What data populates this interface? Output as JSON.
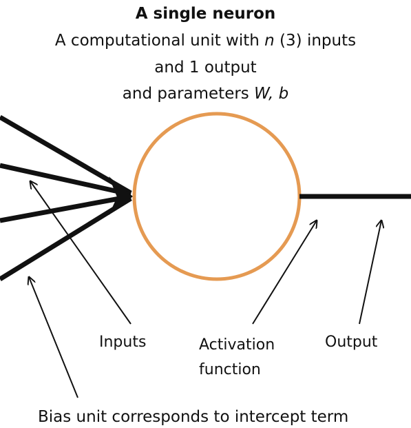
{
  "title": "A single neuron",
  "description": {
    "line1_prefix": "A computational unit with ",
    "line1_var": "n",
    "line1_suffix": " (3) inputs",
    "line2": "and 1 output",
    "line3_prefix": "and parameters ",
    "line3_var": "W, b"
  },
  "labels": {
    "inputs": "Inputs",
    "activation_line1": "Activation",
    "activation_line2": "function",
    "output": "Output",
    "bias": "Bias unit corresponds to intercept term"
  },
  "colors": {
    "neuron_stroke": "#e59a52",
    "line": "#111111",
    "background": "#ffffff"
  }
}
